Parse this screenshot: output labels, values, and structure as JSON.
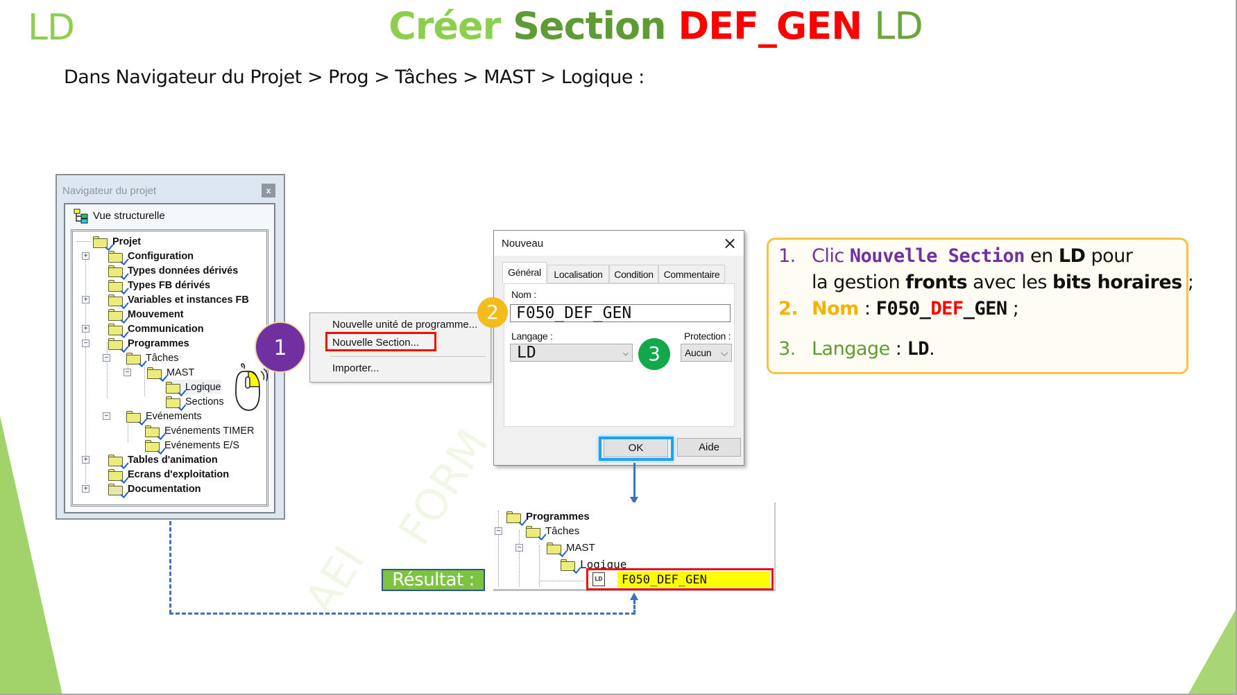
{
  "slide": {
    "corner_tag": "LD",
    "title": {
      "part1": "Créer",
      "part2": "Section",
      "part3": "DEF_GEN",
      "part4": "LD"
    },
    "subtitle": "Dans Navigateur du Projet > Prog > Tâches > MAST > Logique :",
    "colors": {
      "accent_light_green": "#8ccf4e",
      "accent_dark_green": "#5f9a35",
      "red": "#ff0000",
      "purple": "#7030a0",
      "gold": "#f3bb1b",
      "green_badge": "#13a84c",
      "arrow_blue": "#3f6fbf"
    }
  },
  "navigator": {
    "title": "Navigateur du projet",
    "close_label": "x",
    "view_label": "Vue structurelle",
    "icons": [
      "structure-view-icon",
      "folder-icon",
      "expand-plus-icon",
      "collapse-minus-icon"
    ],
    "tree": [
      {
        "label": "Projet",
        "bold": true,
        "level": 0,
        "toggle": ""
      },
      {
        "label": "Configuration",
        "bold": true,
        "level": 1,
        "toggle": "+"
      },
      {
        "label": "Types données dérivés",
        "bold": true,
        "level": 1,
        "toggle": ""
      },
      {
        "label": "Types FB dérivés",
        "bold": true,
        "level": 1,
        "toggle": ""
      },
      {
        "label": "Variables et instances FB",
        "bold": true,
        "level": 1,
        "toggle": "+"
      },
      {
        "label": "Mouvement",
        "bold": true,
        "level": 1,
        "toggle": ""
      },
      {
        "label": "Communication",
        "bold": true,
        "level": 1,
        "toggle": "+"
      },
      {
        "label": "Programmes",
        "bold": true,
        "level": 1,
        "toggle": "-"
      },
      {
        "label": "Tâches",
        "bold": false,
        "level": 2,
        "toggle": "-"
      },
      {
        "label": "MAST",
        "bold": false,
        "level": 3,
        "toggle": "-"
      },
      {
        "label": "Logique",
        "bold": false,
        "level": 4,
        "toggle": ""
      },
      {
        "label": "Sections",
        "bold": false,
        "level": 4,
        "toggle": ""
      },
      {
        "label": "Evénements",
        "bold": false,
        "level": 2,
        "toggle": "-"
      },
      {
        "label": "Evénements TIMER",
        "bold": false,
        "level": 3,
        "toggle": ""
      },
      {
        "label": "Evénements E/S",
        "bold": false,
        "level": 3,
        "toggle": ""
      },
      {
        "label": "Tables d'animation",
        "bold": true,
        "level": 1,
        "toggle": "+"
      },
      {
        "label": "Ecrans d'exploitation",
        "bold": true,
        "level": 1,
        "toggle": ""
      },
      {
        "label": "Documentation",
        "bold": true,
        "level": 1,
        "toggle": "+"
      }
    ]
  },
  "badges": {
    "step1": "1",
    "step2": "2",
    "step3": "3"
  },
  "context_menu": {
    "items": [
      "Nouvelle unité de programme...",
      "Nouvelle Section...",
      "Importer..."
    ],
    "highlighted": "Nouvelle Section..."
  },
  "dialog": {
    "title": "Nouveau",
    "close_icon": "×",
    "tabs": [
      "Général",
      "Localisation",
      "Condition",
      "Commentaire"
    ],
    "active_tab": "Général",
    "name_label": "Nom :",
    "name_value": "F050_DEF_GEN",
    "language_label": "Langage :",
    "language_value": "LD",
    "protection_label": "Protection :",
    "protection_value": "Aucun",
    "chevron": "⌵",
    "ok_label": "OK",
    "help_label": "Aide"
  },
  "result": {
    "label": "Résultat :",
    "tree": [
      {
        "label": "Programmes",
        "bold": true
      },
      {
        "label": "Tâches",
        "bold": false
      },
      {
        "label": "MAST",
        "bold": false
      },
      {
        "label": "Logique",
        "bold": false
      }
    ],
    "new_section": "F050_DEF_GEN",
    "section_icon_text": "LD"
  },
  "watermark": {
    "line1": "AEI",
    "line2": "FORM"
  },
  "instructions": {
    "step1": {
      "num": "1.",
      "clic": "Clic",
      "cmd": "Nouvelle Section",
      "en": "en",
      "ld": "LD",
      "pour": "pour",
      "line2_a": "la gestion",
      "fronts": "fronts",
      "line2_b": "avec les",
      "bits": "bits horaires",
      "end": ";"
    },
    "step2": {
      "num": "2.",
      "label": "Nom",
      "sep": ":",
      "name_a": "F050_",
      "name_b": "DEF",
      "name_c": "_GEN",
      "end": ";"
    },
    "step3": {
      "num": "3.",
      "label": "Langage",
      "sep": ":",
      "value": "LD",
      "end": "."
    }
  }
}
